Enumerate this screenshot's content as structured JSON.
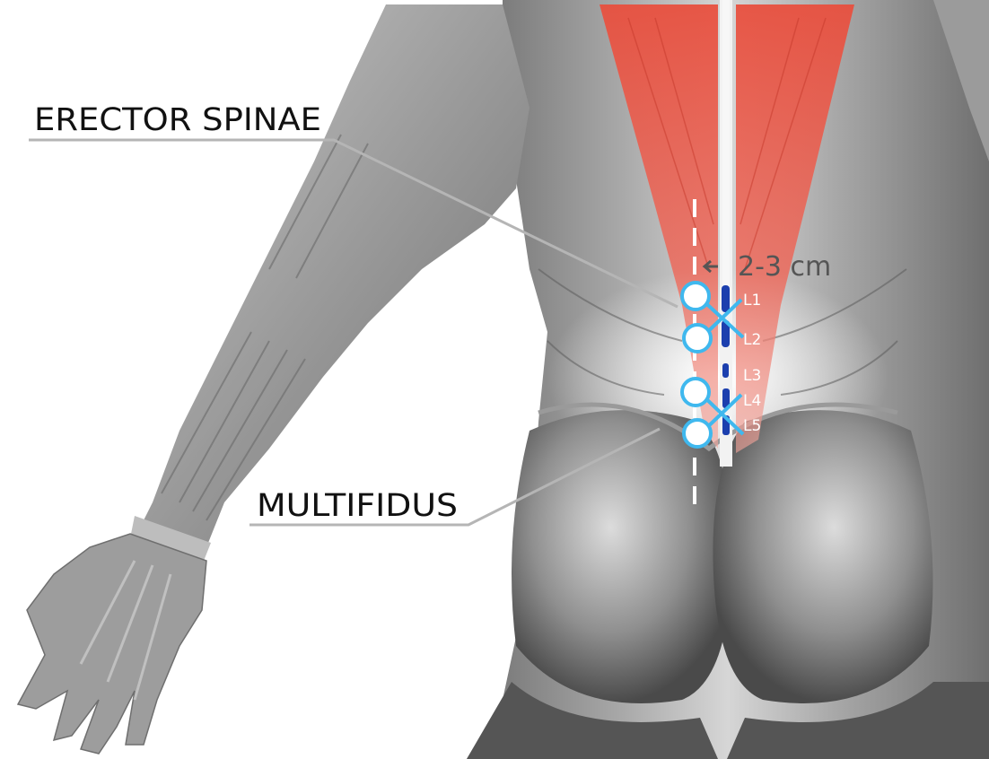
{
  "labels": {
    "erector_spinae": "ERECTOR SPINAE",
    "multifidus": "MULTIFIDUS",
    "distance": "2-3 cm"
  },
  "vertebrae": [
    "L1",
    "L2",
    "L3",
    "L4",
    "L5"
  ],
  "colors": {
    "muscle_highlight": "#e8503f",
    "electrode_stroke": "#3fb8ee",
    "vertebra_mark": "#1c3fae",
    "leader_line": "#b5b5b5",
    "body_gray": "#8c8c8c"
  }
}
